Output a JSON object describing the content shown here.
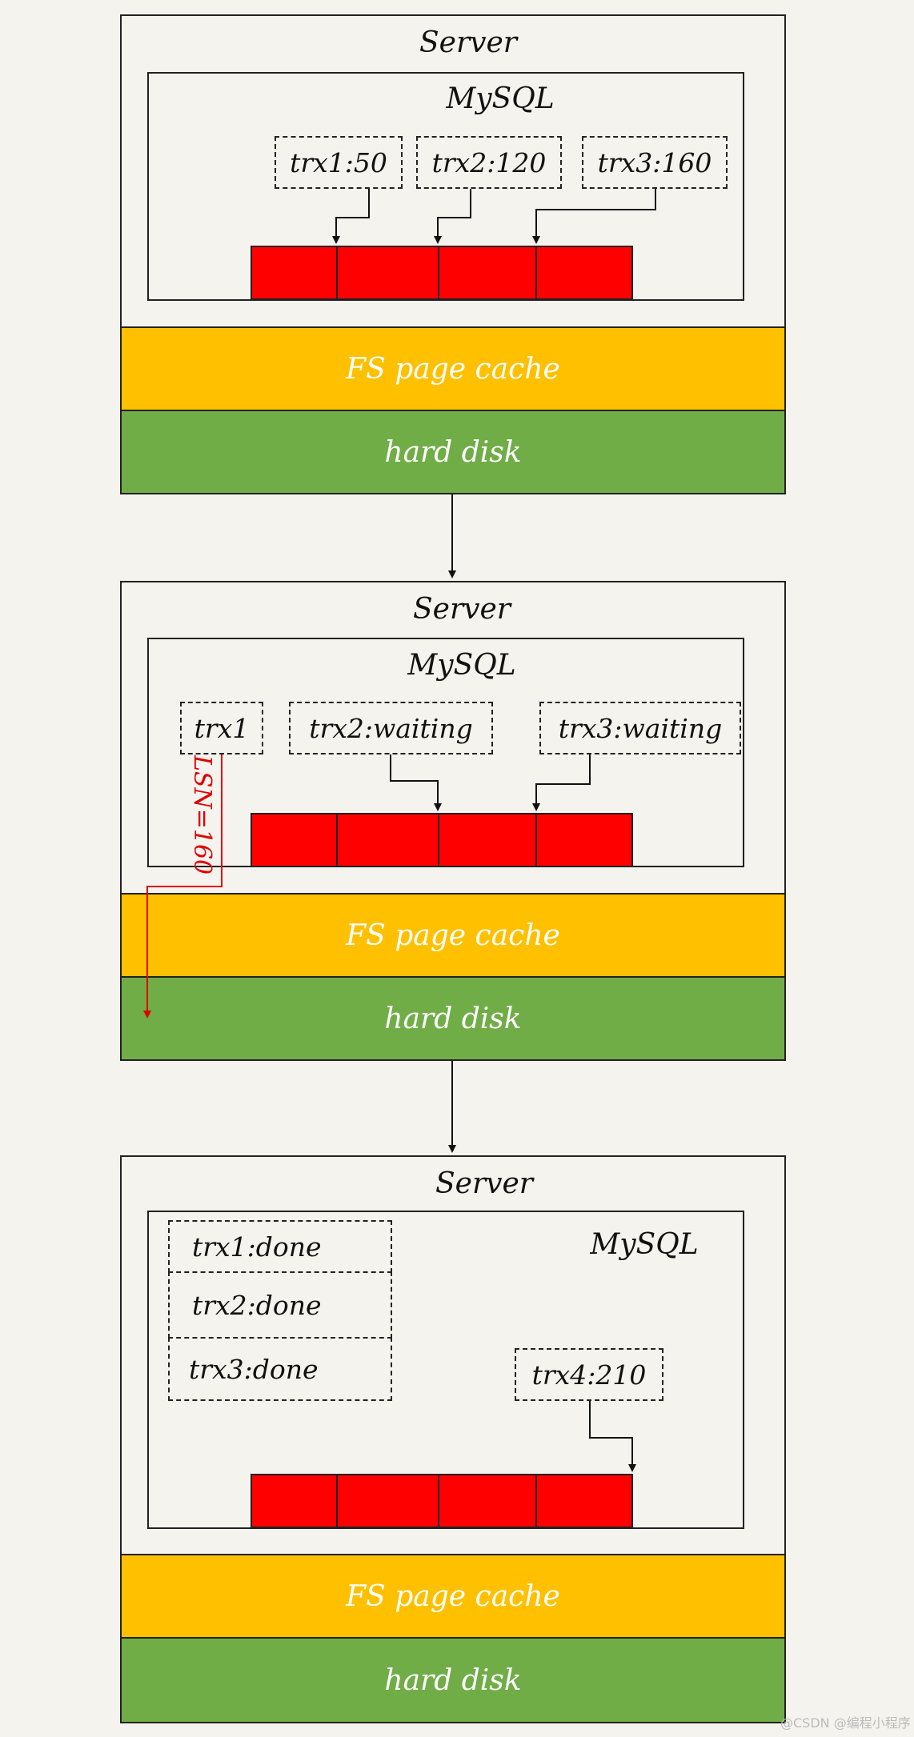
{
  "colors": {
    "fs_page_cache": "#ffc000",
    "hard_disk": "#70ad47",
    "redo_log": "#ff0000",
    "lsn_arrow": "#e00000"
  },
  "stage1": {
    "server_label": "Server",
    "mysql_label": "MySQL",
    "trx1": "trx1:50",
    "trx2": "trx2:120",
    "trx3": "trx3:160",
    "fs_label": "FS page cache",
    "disk_label": "hard disk"
  },
  "stage2": {
    "server_label": "Server",
    "mysql_label": "MySQL",
    "trx1": "trx1",
    "trx2": "trx2:waiting",
    "trx3": "trx3:waiting",
    "lsn_label": "LSN=160",
    "fs_label": "FS page cache",
    "disk_label": "hard disk"
  },
  "stage3": {
    "server_label": "Server",
    "mysql_label": "MySQL",
    "trx1": "trx1:done",
    "trx2": "trx2:done",
    "trx3": "trx3:done",
    "trx4": "trx4:210",
    "fs_label": "FS page cache",
    "disk_label": "hard disk"
  },
  "watermark": "@CSDN @编程小程序"
}
